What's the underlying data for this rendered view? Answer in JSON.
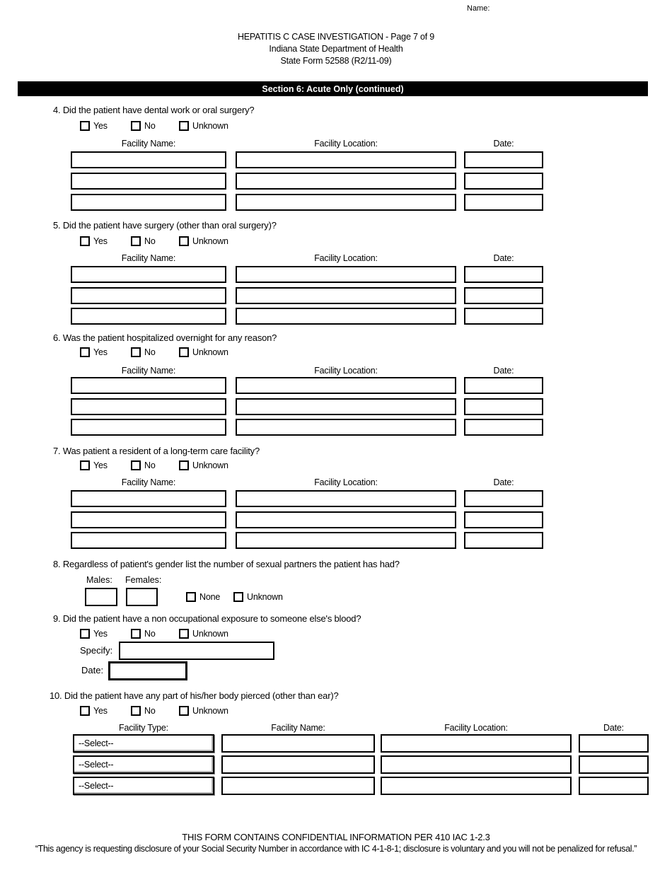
{
  "page": {
    "name_label": "Name:",
    "title": "HEPATITIS C CASE INVESTIGATION - Page 7 of 9",
    "subtitle1": "Indiana State Department of Health",
    "subtitle2": "State Form 52588 (R2/11-09)",
    "section_header": "Section 6: Acute Only (continued)"
  },
  "colors": {
    "section_bar_bg": "#000000",
    "section_bar_text": "#ffffff"
  },
  "options": {
    "yes": "Yes",
    "no": "No",
    "unknown": "Unknown",
    "none": "None"
  },
  "labels": {
    "facility_name": "Facility Name:",
    "facility_location": "Facility Location:",
    "facility_type": "Facility Type:",
    "date": "Date:",
    "males": "Males:",
    "females": "Females:",
    "specify": "Specify:"
  },
  "questions": {
    "q4": {
      "label": "4. Did the patient have dental work or oral surgery?"
    },
    "q5": {
      "label": "5. Did the patient have surgery (other than oral surgery)?"
    },
    "q6": {
      "label": "6. Was the patient hospitalized overnight for any reason?"
    },
    "q7": {
      "label": "7. Was patient a resident of a long-term care facility?"
    },
    "q8": {
      "label": "8. Regardless of patient's gender list the number of sexual partners the patient has had?"
    },
    "q9": {
      "label": "9. Did the patient have a non occupational exposure to someone else's blood?"
    },
    "q10": {
      "label": "10. Did the patient have any part of his/her body pierced (other than ear)?",
      "select_value": "--Select--"
    }
  },
  "footer": {
    "confidential": "THIS FORM CONTAINS CONFIDENTIAL INFORMATION PER 410 IAC 1-2.3",
    "disclosure": "“This agency is requesting disclosure of your Social Security Number in accordance with IC 4-1-8-1; disclosure is voluntary and you will not be penalized for refusal.”"
  }
}
